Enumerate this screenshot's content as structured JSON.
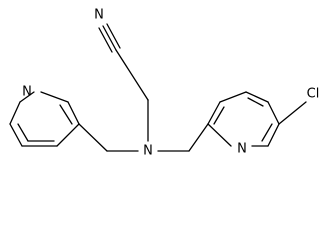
{
  "molecule": {
    "atoms": {
      "nitrile_n": "N",
      "amine_n": "N",
      "pyridine_left_n": "N",
      "pyridine_right_n": "N",
      "chlorine": "Cl"
    },
    "colors": {
      "bond": "#000000",
      "label": "#000000",
      "background": "#ffffff"
    }
  }
}
